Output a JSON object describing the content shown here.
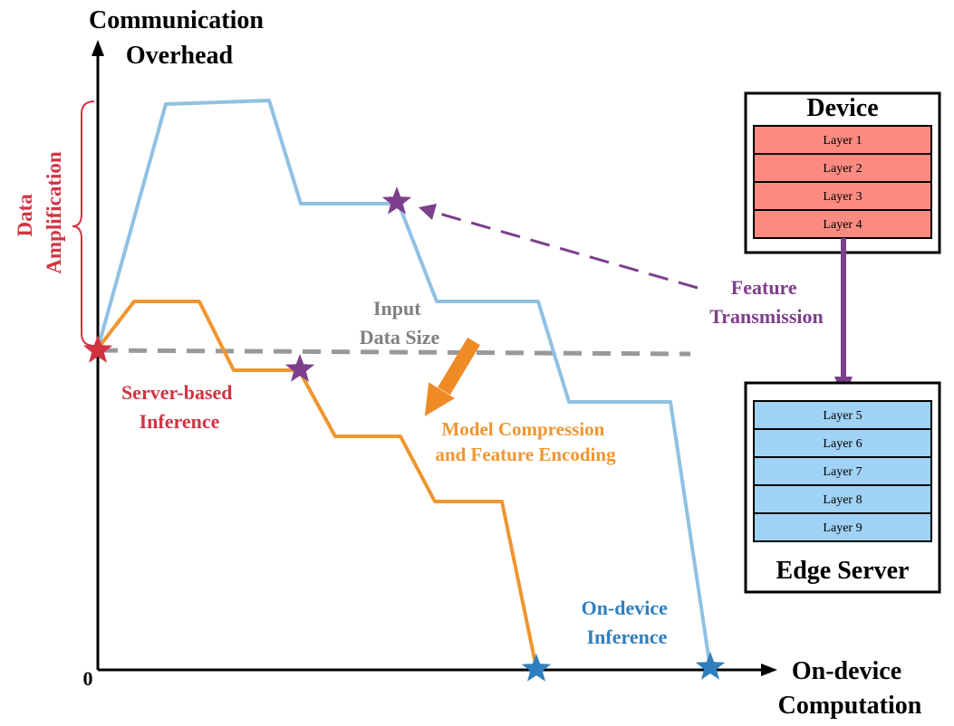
{
  "axes": {
    "y_label_lines": [
      "Communication",
      "Overhead"
    ],
    "x_label_lines": [
      "On-device",
      "Computation"
    ],
    "origin_label": "0"
  },
  "annotations": {
    "data_amplification_lines": [
      "Data",
      "Amplification"
    ],
    "input_data_size_lines": [
      "Input",
      "Data Size"
    ],
    "server_based_lines": [
      "Server-based",
      "Inference"
    ],
    "model_compression_lines": [
      "Model Compression",
      "and Feature Encoding"
    ],
    "on_device_lines": [
      "On-device",
      "Inference"
    ],
    "feature_transmission_lines": [
      "Feature",
      "Transmission"
    ]
  },
  "device_box": {
    "title": "Device",
    "layers": [
      "Layer 1",
      "Layer 2",
      "Layer 3",
      "Layer 4"
    ]
  },
  "server_box": {
    "title": "Edge Server",
    "layers": [
      "Layer 5",
      "Layer 6",
      "Layer 7",
      "Layer 8",
      "Layer 9"
    ]
  },
  "colors": {
    "blue_curve": "#8fc1e3",
    "orange_curve": "#ef9630",
    "red": "#d23343",
    "purple": "#7d3f8c",
    "blue_text": "#2f7fbf",
    "orange_text": "#ef9630",
    "gray": "#999999",
    "device_layer_fill": "#fb8a80",
    "server_layer_fill": "#9fd2f4"
  }
}
